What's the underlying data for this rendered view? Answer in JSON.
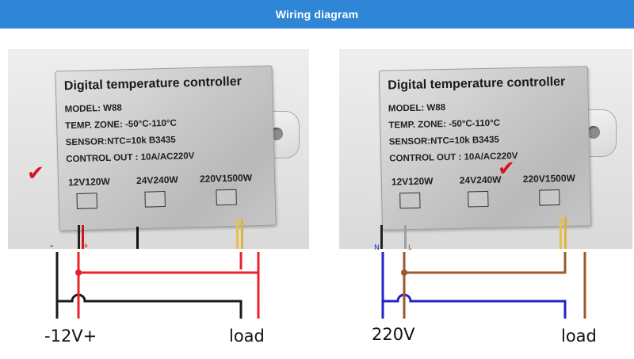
{
  "header": {
    "title": "Wiring diagram"
  },
  "controller": {
    "title": "Digital temperature controller",
    "model": "MODEL: W88",
    "temp_zone": "TEMP. ZONE: -50°C-110°C",
    "sensor": "SENSOR:NTC=10k B3435",
    "control_out": "CONTROL OUT : 10A/AC220V",
    "options": [
      "12V120W",
      "24V240W",
      "220V1500W"
    ],
    "checkmark": "✔"
  },
  "left_panel": {
    "selected_option": "12V120W",
    "terminal_minus": "-",
    "terminal_plus": "+",
    "supply_label": "-12V+",
    "load_label": "load",
    "wire_colors": {
      "negative": "#1a1a1a",
      "positive": "#e8222a"
    }
  },
  "right_panel": {
    "selected_option": "220V1500W",
    "terminal_n": "N",
    "terminal_l": "L",
    "supply_label": "220V",
    "load_label": "load",
    "wire_colors": {
      "neutral": "#2323c8",
      "live": "#9a5a2a"
    }
  },
  "colors": {
    "header_bg": "#2f86d6",
    "checkmark": "#d8141c"
  }
}
